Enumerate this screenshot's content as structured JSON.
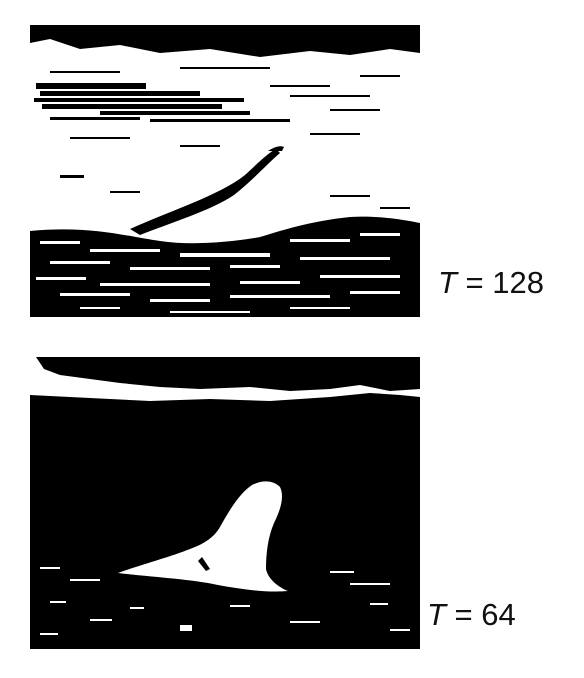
{
  "panels": [
    {
      "variable": "T",
      "equals": " = ",
      "value": "128"
    },
    {
      "variable": "T",
      "equals": " = ",
      "value": "64"
    }
  ],
  "colors": {
    "foreground": "#000000",
    "background": "#ffffff"
  }
}
